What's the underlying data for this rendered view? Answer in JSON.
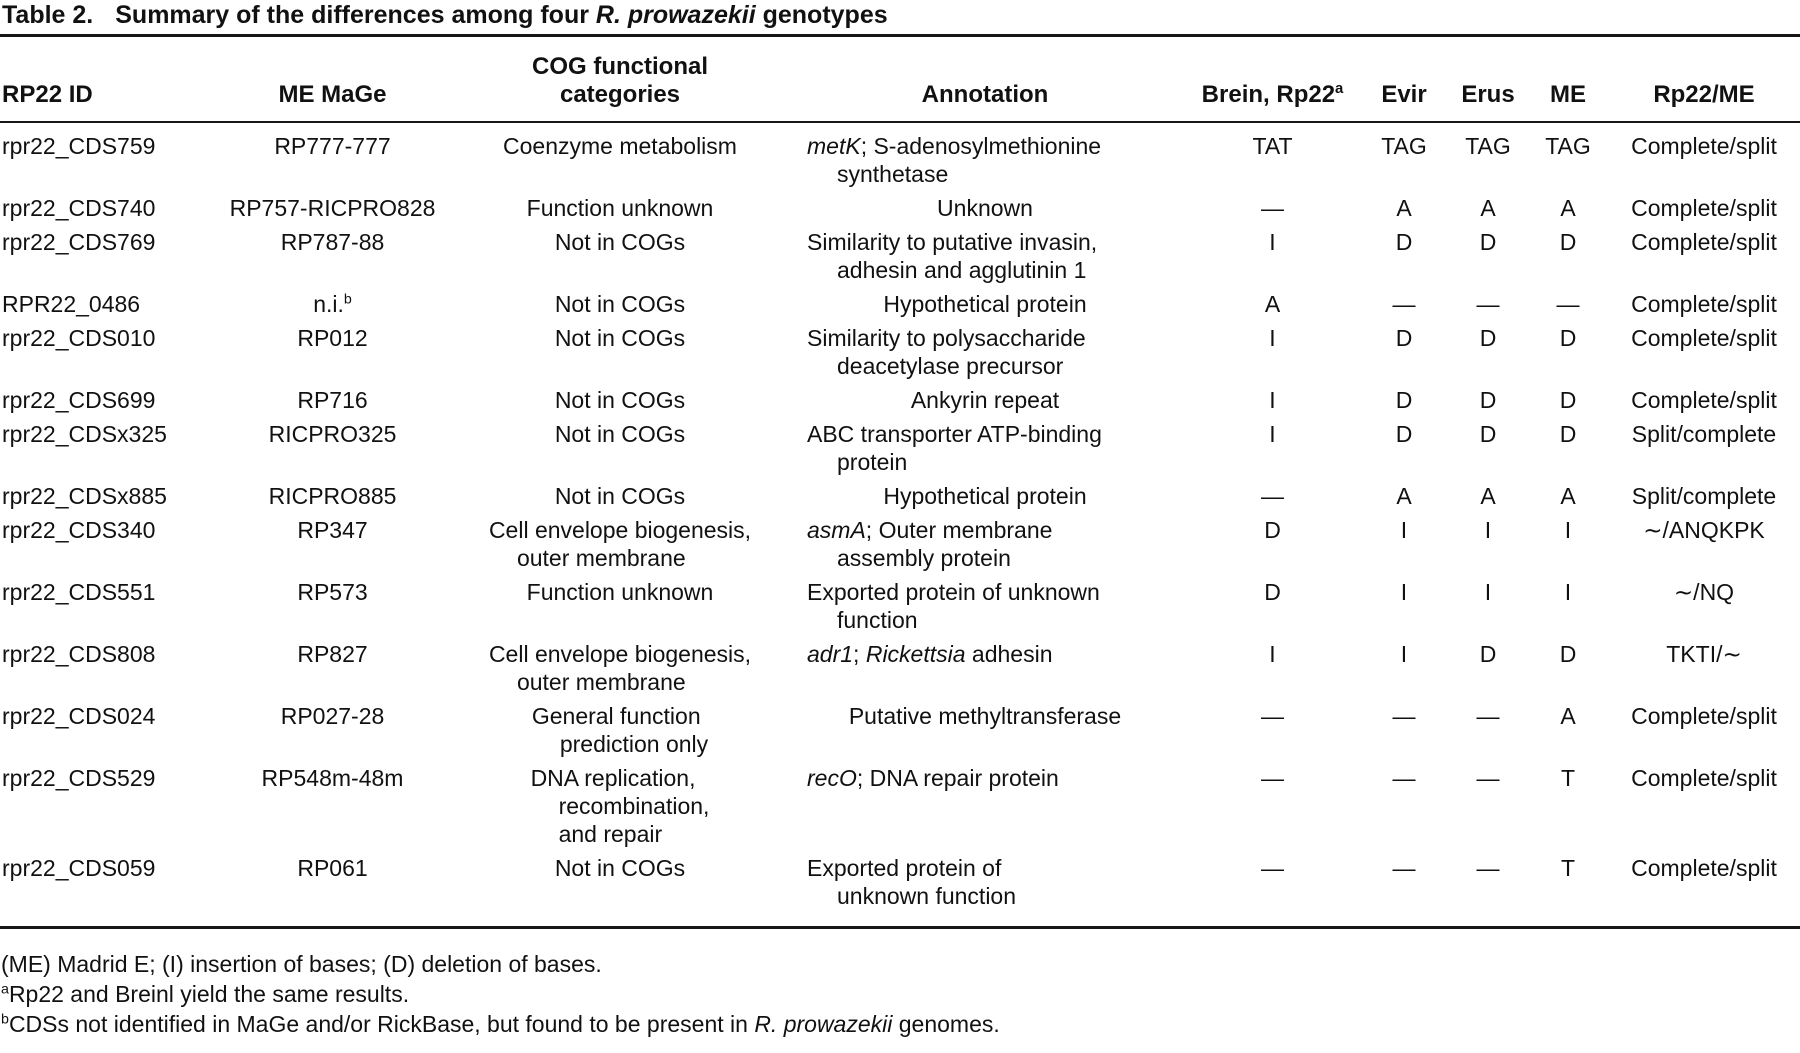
{
  "page": {
    "title_label": "Table 2.",
    "title_text": "Summary of the differences among four *R. prowazekii* genotypes"
  },
  "table": {
    "header": [
      {
        "key": "rp22-id",
        "lines": [
          "RP22 ID"
        ]
      },
      {
        "key": "me-mage",
        "lines": [
          "ME MaGe"
        ]
      },
      {
        "key": "cog-functional-categories",
        "lines": [
          "COG functional",
          "categories"
        ]
      },
      {
        "key": "annotation",
        "lines": [
          "Annotation"
        ]
      },
      {
        "key": "brein-rp22",
        "lines": [
          "Brein, Rp22^a"
        ]
      },
      {
        "key": "evir",
        "lines": [
          "Evir"
        ]
      },
      {
        "key": "erus",
        "lines": [
          "Erus"
        ]
      },
      {
        "key": "me",
        "lines": [
          "ME"
        ]
      },
      {
        "key": "rp22-me",
        "lines": [
          "Rp22/ME"
        ]
      }
    ],
    "rows": [
      [
        [
          "rpr22_CDS759"
        ],
        [
          "RP777-777"
        ],
        [
          "Coenzyme metabolism"
        ],
        [
          "*metK*; S-adenosylmethionine",
          "synthetase"
        ],
        [
          "TAT"
        ],
        [
          "TAG"
        ],
        [
          "TAG"
        ],
        [
          "TAG"
        ],
        [
          "Complete/split"
        ]
      ],
      [
        [
          "rpr22_CDS740"
        ],
        [
          "RP757-RICPRO828"
        ],
        [
          "Function unknown"
        ],
        [
          "Unknown"
        ],
        [
          "—"
        ],
        [
          "A"
        ],
        [
          "A"
        ],
        [
          "A"
        ],
        [
          "Complete/split"
        ]
      ],
      [
        [
          "rpr22_CDS769"
        ],
        [
          "RP787-88"
        ],
        [
          "Not in COGs"
        ],
        [
          "Similarity to putative invasin,",
          "adhesin and agglutinin 1"
        ],
        [
          "I"
        ],
        [
          "D"
        ],
        [
          "D"
        ],
        [
          "D"
        ],
        [
          "Complete/split"
        ]
      ],
      [
        [
          "RPR22_0486"
        ],
        [
          "n.i.^b"
        ],
        [
          "Not in COGs"
        ],
        [
          "Hypothetical protein"
        ],
        [
          "A"
        ],
        [
          "—"
        ],
        [
          "—"
        ],
        [
          "—"
        ],
        [
          "Complete/split"
        ]
      ],
      [
        [
          "rpr22_CDS010"
        ],
        [
          "RP012"
        ],
        [
          "Not in COGs"
        ],
        [
          "Similarity to polysaccharide",
          "deacetylase precursor"
        ],
        [
          "I"
        ],
        [
          "D"
        ],
        [
          "D"
        ],
        [
          "D"
        ],
        [
          "Complete/split"
        ]
      ],
      [
        [
          "rpr22_CDS699"
        ],
        [
          "RP716"
        ],
        [
          "Not in COGs"
        ],
        [
          "Ankyrin repeat"
        ],
        [
          "I"
        ],
        [
          "D"
        ],
        [
          "D"
        ],
        [
          "D"
        ],
        [
          "Complete/split"
        ]
      ],
      [
        [
          "rpr22_CDSx325"
        ],
        [
          "RICPRO325"
        ],
        [
          "Not in COGs"
        ],
        [
          "ABC transporter ATP-binding",
          "protein"
        ],
        [
          "I"
        ],
        [
          "D"
        ],
        [
          "D"
        ],
        [
          "D"
        ],
        [
          "Split/complete"
        ]
      ],
      [
        [
          "rpr22_CDSx885"
        ],
        [
          "RICPRO885"
        ],
        [
          "Not in COGs"
        ],
        [
          "Hypothetical protein"
        ],
        [
          "—"
        ],
        [
          "A"
        ],
        [
          "A"
        ],
        [
          "A"
        ],
        [
          "Split/complete"
        ]
      ],
      [
        [
          "rpr22_CDS340"
        ],
        [
          "RP347"
        ],
        [
          "Cell envelope biogenesis,",
          "outer membrane"
        ],
        [
          "*asmA*; Outer membrane",
          "assembly protein"
        ],
        [
          "D"
        ],
        [
          "I"
        ],
        [
          "I"
        ],
        [
          "I"
        ],
        [
          "∼/ANQKPK"
        ]
      ],
      [
        [
          "rpr22_CDS551"
        ],
        [
          "RP573"
        ],
        [
          "Function unknown"
        ],
        [
          "Exported protein of unknown",
          "function"
        ],
        [
          "D"
        ],
        [
          "I"
        ],
        [
          "I"
        ],
        [
          "I"
        ],
        [
          "∼/NQ"
        ]
      ],
      [
        [
          "rpr22_CDS808"
        ],
        [
          "RP827"
        ],
        [
          "Cell envelope biogenesis,",
          "outer membrane"
        ],
        [
          "*adr1*; *Rickettsia* adhesin"
        ],
        [
          "I"
        ],
        [
          "I"
        ],
        [
          "D"
        ],
        [
          "D"
        ],
        [
          "TKTI/∼"
        ]
      ],
      [
        [
          "rpr22_CDS024"
        ],
        [
          "RP027-28"
        ],
        [
          "General function",
          "prediction only"
        ],
        [
          "Putative methyltransferase"
        ],
        [
          "—"
        ],
        [
          "—"
        ],
        [
          "—"
        ],
        [
          "A"
        ],
        [
          "Complete/split"
        ]
      ],
      [
        [
          "rpr22_CDS529"
        ],
        [
          "RP548m-48m"
        ],
        [
          "DNA replication,",
          "recombination,",
          "and repair"
        ],
        [
          "*recO*; DNA repair protein"
        ],
        [
          "—"
        ],
        [
          "—"
        ],
        [
          "—"
        ],
        [
          "T"
        ],
        [
          "Complete/split"
        ]
      ],
      [
        [
          "rpr22_CDS059"
        ],
        [
          "RP061"
        ],
        [
          "Not in COGs"
        ],
        [
          "Exported protein of",
          "unknown function"
        ],
        [
          "—"
        ],
        [
          "—"
        ],
        [
          "—"
        ],
        [
          "T"
        ],
        [
          "Complete/split"
        ]
      ]
    ]
  },
  "footnotes": [
    "(ME) Madrid E; (I) insertion of bases; (D) deletion of bases.",
    "^aRp22 and Breinl yield the same results.",
    "^bCDSs not identified in MaGe and/or RickBase, but found to be present in *R. prowazekii* genomes."
  ]
}
